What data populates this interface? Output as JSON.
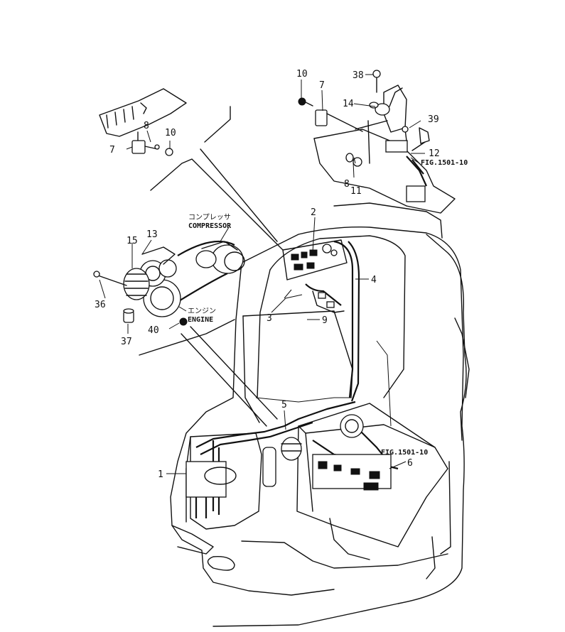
{
  "callouts": {
    "n1": "1",
    "n2": "2",
    "n3": "3",
    "n4": "4",
    "n5": "5",
    "n6": "6",
    "n7a": "7",
    "n7b": "7",
    "n8a": "8",
    "n8b": "8",
    "n9": "9",
    "n10a": "10",
    "n10b": "10",
    "n11": "11",
    "n12": "12",
    "n13": "13",
    "n14": "14",
    "n15": "15",
    "n36": "36",
    "n37": "37",
    "n38": "38",
    "n39": "39",
    "n40": "40"
  },
  "labels": {
    "compressor_jp": "コンプレッサ",
    "compressor_en": "COMPRESSOR",
    "engine_jp": "エンジン",
    "engine_en": "ENGINE",
    "fig_ref_top": "FIG.1501-10",
    "fig_ref_mid": "FIG.1501-10"
  }
}
